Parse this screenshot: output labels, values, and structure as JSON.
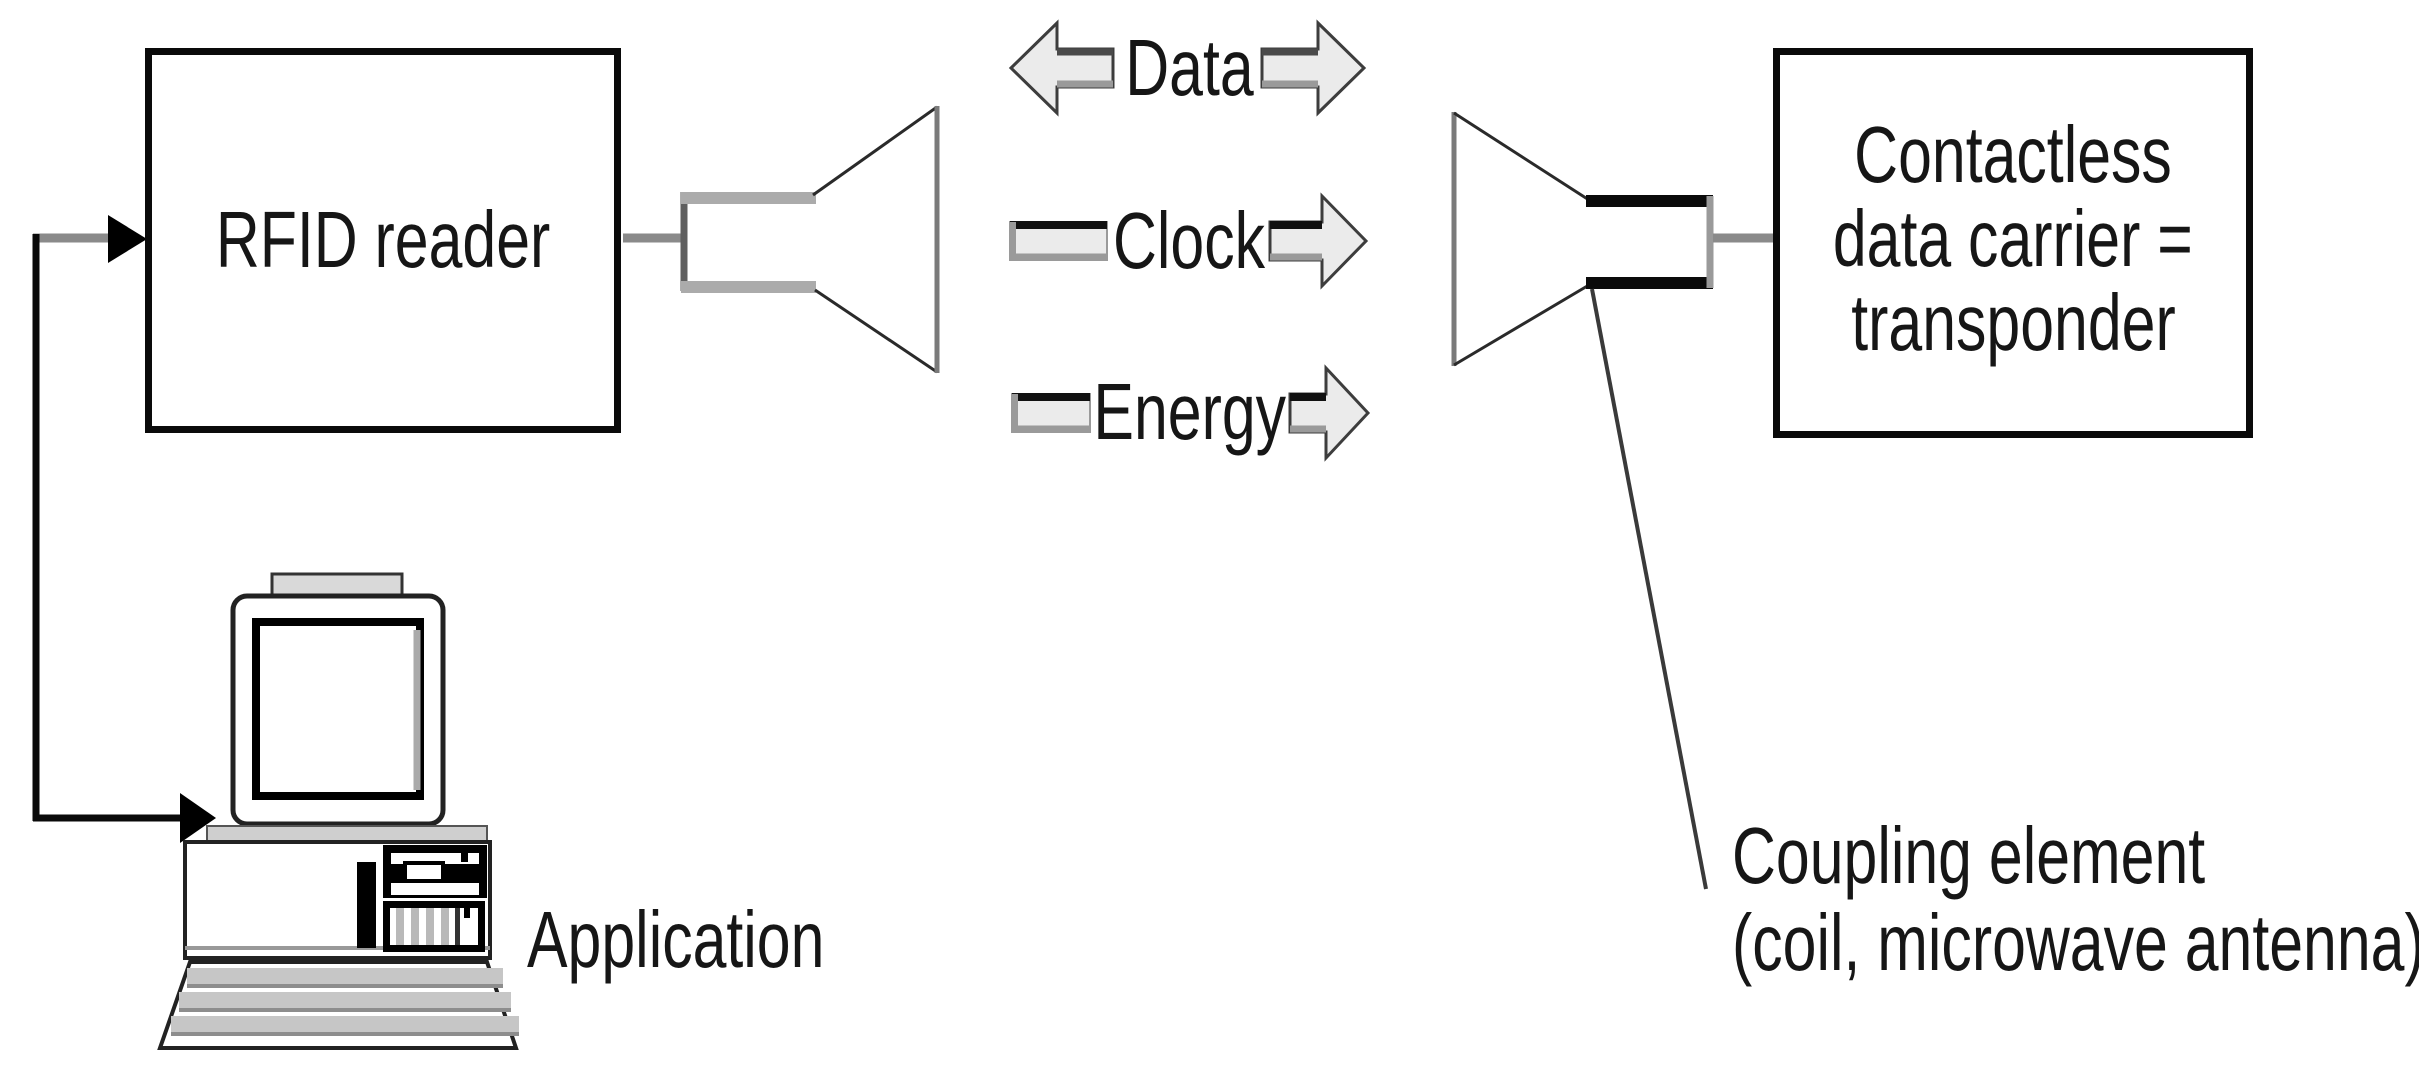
{
  "reader_box": {
    "label": "RFID reader"
  },
  "transponder_box": {
    "line1": "Contactless",
    "line2": "data carrier =",
    "line3": "transponder"
  },
  "signals": {
    "data": {
      "label": "Data",
      "direction": "bidirectional"
    },
    "clock": {
      "label": "Clock",
      "direction": "reader-to-transponder"
    },
    "energy": {
      "label": "Energy",
      "direction": "reader-to-transponder"
    }
  },
  "computer": {
    "label": "Application"
  },
  "coupling": {
    "line1": "Coupling element",
    "line2": "(coil, microwave antenna)"
  },
  "icons": {
    "reader_antenna": "horn-antenna-icon",
    "transponder_antenna": "horn-antenna-icon",
    "computer": "desktop-computer-icon"
  },
  "colors": {
    "background": "#ffffff",
    "box_border": "#0a0a0a",
    "connector_gray": "#8a8a8a",
    "arrow_fill": "#ebebeb",
    "arrow_edge_dark": "#4a4a4a",
    "arrow_edge_light": "#9a9a9a",
    "text": "#161616"
  }
}
